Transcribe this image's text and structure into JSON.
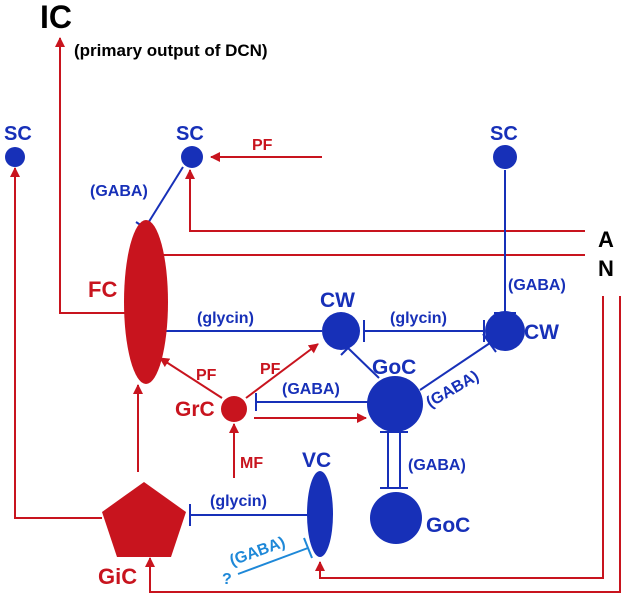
{
  "colors": {
    "red": "#c8141e",
    "blue": "#1730b8",
    "light_blue": "#1e88d8",
    "black": "#000000"
  },
  "top": {
    "title": "IC",
    "subtitle": "(primary output of DCN)"
  },
  "inputs": {
    "a": "A",
    "n": "N"
  },
  "cells": {
    "sc_left": "SC",
    "sc_mid": "SC",
    "sc_right": "SC",
    "fc": "FC",
    "cw_left": "CW",
    "cw_right": "CW",
    "goc_top": "GoC",
    "goc_bottom": "GoC",
    "grc": "GrC",
    "vc": "VC",
    "gic": "GiC"
  },
  "connections": {
    "pf_to_sc": "PF",
    "gaba_sc_fc": "(GABA)",
    "glycin_cw_fc": "(glycin)",
    "glycin_cw_cw": "(glycin)",
    "gaba_sc_cw": "(GABA)",
    "pf_to_fc": "PF",
    "pf_to_cw": "PF",
    "gaba_goc_grc": "(GABA)",
    "gaba_cw_goc": "(GABA)",
    "gaba_goc_goc": "(GABA)",
    "mf": "MF",
    "glycin_vc_gic": "(glycin)",
    "gaba_unknown": "(GABA)",
    "unknown_mark": "?"
  }
}
